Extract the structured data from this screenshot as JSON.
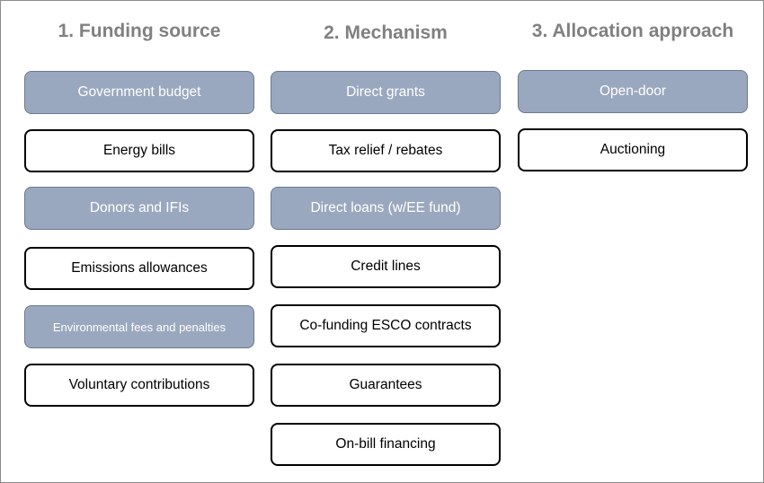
{
  "columns": [
    {
      "header": "1. Funding source",
      "items": [
        {
          "label": "Government  budget",
          "filled": true
        },
        {
          "label": "Energy bills",
          "filled": false
        },
        {
          "label": "Donors and IFIs",
          "filled": true
        },
        {
          "label": "Emissions allowances",
          "filled": false
        },
        {
          "label": "Environmental fees and penalties",
          "filled": true
        },
        {
          "label": "Voluntary contributions",
          "filled": false
        }
      ]
    },
    {
      "header": "2. Mechanism",
      "items": [
        {
          "label": "Direct grants",
          "filled": true
        },
        {
          "label": "Tax relief / rebates",
          "filled": false
        },
        {
          "label": "Direct loans (w/EE fund)",
          "filled": true
        },
        {
          "label": "Credit lines",
          "filled": false
        },
        {
          "label": "Co-funding ESCO contracts",
          "filled": false
        },
        {
          "label": "Guarantees",
          "filled": false
        },
        {
          "label": "On-bill financing",
          "filled": false
        }
      ]
    },
    {
      "header": "3. Allocation approach",
      "items": [
        {
          "label": "Open-door",
          "filled": true
        },
        {
          "label": "Auctioning",
          "filled": false
        }
      ]
    }
  ],
  "colors": {
    "filled_box": "#9aa8bf",
    "header_text": "#808080",
    "outline": "#000000"
  }
}
